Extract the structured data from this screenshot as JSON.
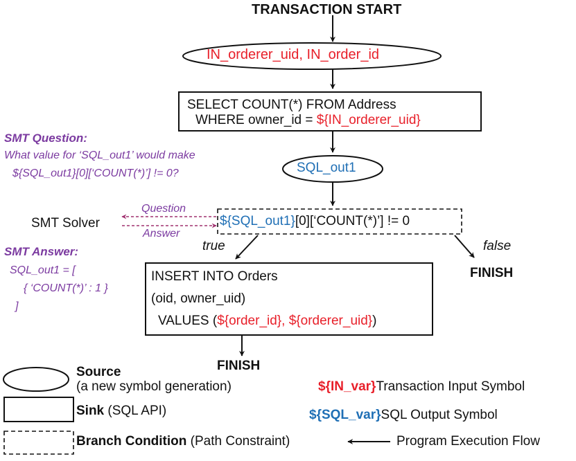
{
  "flow": {
    "start_label": "TRANSACTION START",
    "source_inputs": "IN_orderer_uid, IN_order_id",
    "select_line1": "SELECT COUNT(*) FROM Address",
    "select_line2_prefix": "WHERE owner_id = ",
    "select_line2_var": "${IN_orderer_uid}",
    "sql_out": "SQL_out1",
    "branch_var": "${SQL_out1}",
    "branch_rest": "[0][‘COUNT(*)’] != 0",
    "true_label": "true",
    "false_label": "false",
    "finish_false": "FINISH",
    "insert_line1": "INSERT INTO Orders",
    "insert_line2": "(oid, owner_uid)",
    "insert_line3_prefix": "VALUES (",
    "insert_line3_vars": "${order_id}, ${orderer_uid}",
    "insert_line3_suffix": ")",
    "finish_true": "FINISH"
  },
  "smt": {
    "solver_label": "SMT Solver",
    "question_arrow": "Question",
    "answer_arrow": "Answer",
    "question_title": "SMT Question:",
    "question_line1": "What value for ‘SQL_out1’  would make",
    "question_line2": "${SQL_out1}[0][‘COUNT(*)’] != 0?",
    "answer_title": "SMT Answer:",
    "answer_line1": "SQL_out1 = [",
    "answer_line2": "{ ‘COUNT(*)’ : 1 }",
    "answer_line3": "]"
  },
  "legend": {
    "source_bold": "Source",
    "source_desc": "(a new symbol generation)",
    "sink_bold": "Sink",
    "sink_desc": " (SQL API)",
    "branch_bold": "Branch Condition",
    "branch_desc": " (Path Constraint)",
    "in_var": "${IN_var}",
    "in_var_desc": "Transaction Input Symbol",
    "sql_var": "${SQL_var}",
    "sql_var_desc": "SQL Output Symbol",
    "flow_desc": "Program Execution Flow"
  },
  "colors": {
    "input_symbol": "#e8202a",
    "output_symbol": "#1f6fb5",
    "smt_text": "#7b3aa0",
    "smt_arrow": "#a0306f",
    "stroke": "#111111"
  }
}
